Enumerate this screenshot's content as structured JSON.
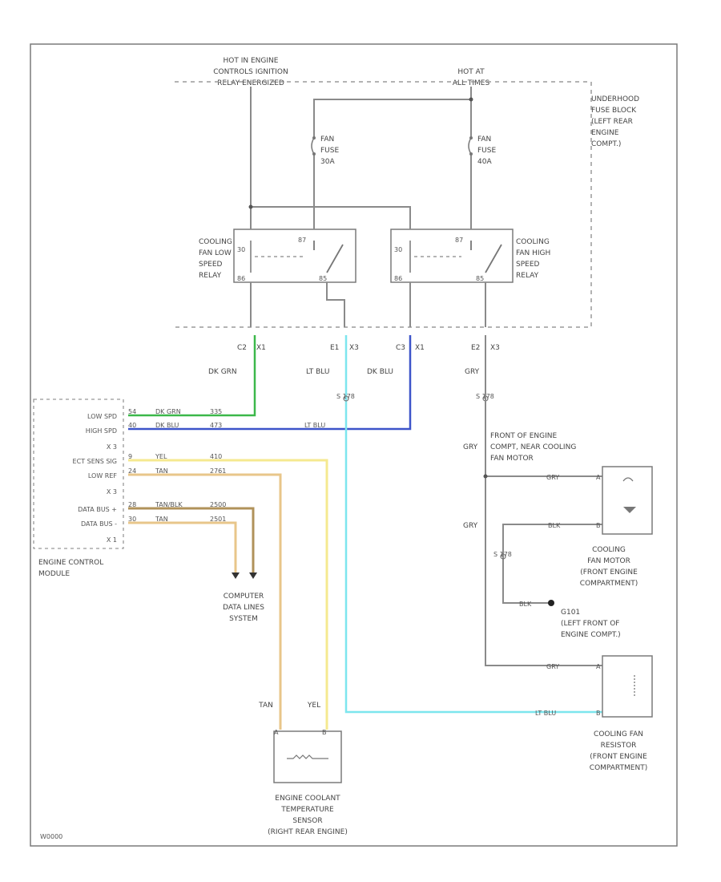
{
  "power": {
    "hot_engine": [
      "HOT IN ENGINE",
      "CONTROLS IGNITION",
      "RELAY ENERGIZED"
    ],
    "hot_all": [
      "HOT AT",
      "ALL TIMES"
    ]
  },
  "fuse_block": [
    "UNDERHOOD",
    "FUSE BLOCK",
    "(LEFT REAR",
    "ENGINE",
    "COMPT.)"
  ],
  "fuses": [
    {
      "lines": [
        "FAN",
        "FUSE",
        "30A"
      ]
    },
    {
      "lines": [
        "FAN",
        "FUSE",
        "40A"
      ]
    }
  ],
  "relays": {
    "low": {
      "lines": [
        "COOLING",
        "FAN LOW",
        "SPEED",
        "RELAY"
      ],
      "pins": [
        "30",
        "87",
        "86",
        "85"
      ]
    },
    "high": {
      "lines": [
        "COOLING",
        "FAN HIGH",
        "SPEED",
        "RELAY"
      ],
      "pins": [
        "30",
        "87",
        "86",
        "85"
      ]
    }
  },
  "connectors": [
    "C2",
    "X1",
    "E1",
    "X3",
    "C3",
    "X1",
    "E2",
    "X3"
  ],
  "wire_labels": {
    "dk_grn": "DK GRN",
    "lt_blu": "LT BLU",
    "dk_blu": "DK BLU",
    "gry": "GRY",
    "tan": "TAN",
    "yel": "YEL",
    "blk": "BLK"
  },
  "splices": [
    "S 178",
    "S 178",
    "S 178"
  ],
  "ecm": {
    "rows": [
      "LOW SPD",
      "HIGH SPD",
      "X 3",
      "ECT SENS SIG",
      "LOW REF",
      "X 3",
      "DATA BUS +",
      "DATA BUS -",
      "X 1"
    ],
    "pins": [
      "54",
      "40",
      "",
      "9",
      "24",
      "",
      "28",
      "30",
      ""
    ],
    "circuits": [
      "335",
      "473",
      "",
      "410",
      "2761",
      "",
      "2500",
      "2501",
      ""
    ],
    "wire_colors_short": [
      "DK GRN",
      "DK BLU",
      "",
      "YEL",
      "TAN",
      "",
      "TAN/BLK",
      "TAN",
      ""
    ],
    "title": [
      "ENGINE CONTROL",
      "MODULE"
    ]
  },
  "data_lines": [
    "COMPUTER",
    "DATA LINES",
    "SYSTEM"
  ],
  "front_of_engine": [
    "FRONT OF ENGINE",
    "COMPT, NEAR COOLING",
    "FAN MOTOR"
  ],
  "gry_labels": [
    "GRY",
    "GRY"
  ],
  "motor": {
    "title": [
      "COOLING",
      "FAN MOTOR",
      "(FRONT ENGINE",
      "COMPARTMENT)"
    ],
    "pins": [
      "A",
      "B"
    ]
  },
  "ground": {
    "id": "G101",
    "lines": [
      "(LEFT FRONT OF",
      "ENGINE COMPT.)"
    ]
  },
  "resistor": {
    "title": [
      "COOLING FAN",
      "RESISTOR",
      "(FRONT ENGINE",
      "COMPARTMENT)"
    ],
    "pins": [
      "A",
      "B"
    ]
  },
  "sensor": {
    "title": [
      "ENGINE COOLANT",
      "TEMPERATURE",
      "SENSOR",
      "(RIGHT REAR ENGINE)"
    ],
    "pins": [
      "A",
      "B"
    ]
  },
  "bottom_wire_labels": {
    "tan": "TAN",
    "yel": "YEL"
  },
  "footer_code": "W0000",
  "colors": {
    "frame": "#7a7a7a",
    "wire": "#8a8a8a",
    "dk_grn": "#3cb84a",
    "dk_blu": "#3d54c9",
    "lt_blu": "#7de6ee",
    "yel": "#f5e990",
    "tan": "#e8c68a",
    "tan_dark": "#b0925a"
  }
}
